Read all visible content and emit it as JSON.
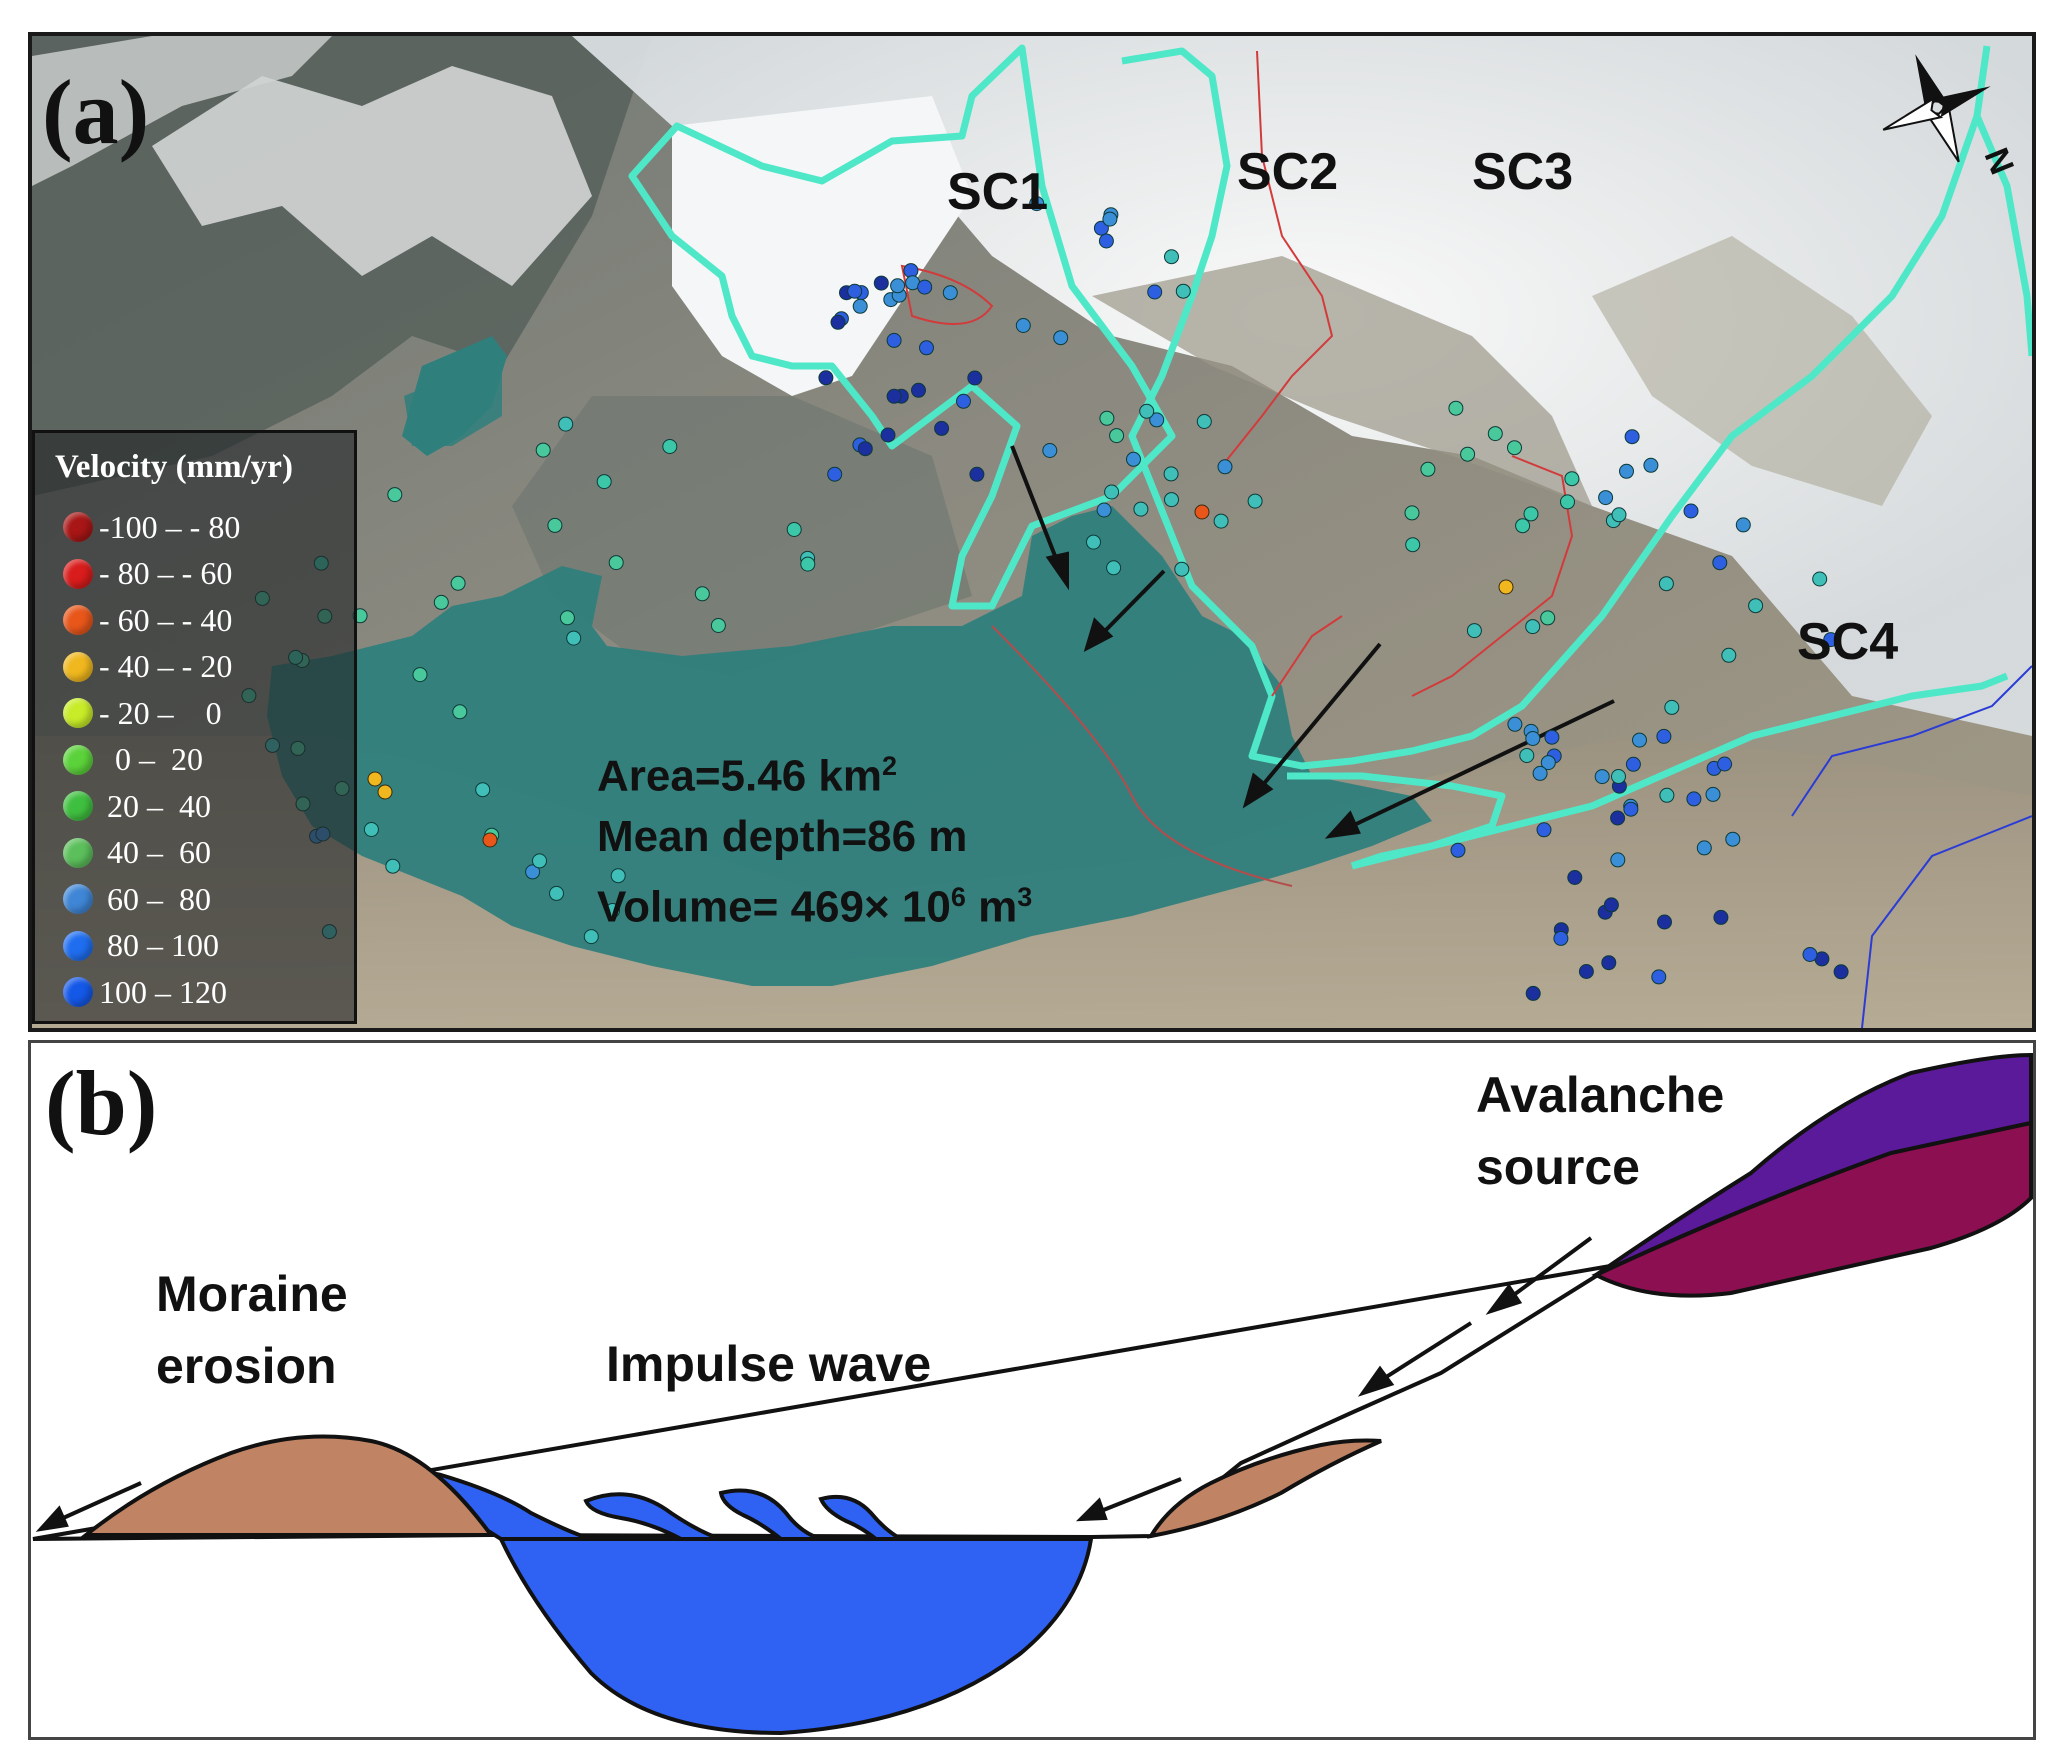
{
  "panel_a": {
    "letter": "(a)",
    "subcatchments": [
      "SC1",
      "SC2",
      "SC3",
      "SC4"
    ],
    "lake_stats": {
      "area_prefix": "Area=5.46 km",
      "area_sup": "2",
      "depth": "Mean depth=86 m",
      "volume_prefix": "Volume= 469× 10",
      "volume_sup": "6",
      "volume_suffix": " m",
      "volume_unit_sup": "3"
    },
    "north_label": "N",
    "legend": {
      "title": "Velocity (mm/yr)",
      "classes": [
        {
          "label": "-100 – - 80",
          "color": "#a81616"
        },
        {
          "label": "- 80 – - 60",
          "color": "#d91c1c"
        },
        {
          "label": "- 60 – - 40",
          "color": "#e8561a"
        },
        {
          "label": "- 40 – - 20",
          "color": "#f0b81e"
        },
        {
          "label": "- 20 –    0",
          "color": "#c8ec28"
        },
        {
          "label": "  0 –  20",
          "color": "#5bd23a"
        },
        {
          "label": " 20 –  40",
          "color": "#3fbf3f"
        },
        {
          "label": " 40 –  60",
          "color": "#5bbf5b"
        },
        {
          "label": " 60 –  80",
          "color": "#3f86d6"
        },
        {
          "label": " 80 – 100",
          "color": "#1f6ef0"
        },
        {
          "label": "100 – 120",
          "color": "#1458e8"
        }
      ]
    },
    "colors": {
      "lake": "#2f7f7c",
      "catchment_outline": "#4ee8c8",
      "red_outline": "#d23b3b",
      "blue_outline": "#2b3cd6"
    }
  },
  "panel_b": {
    "letter": "(b)",
    "avalanche_label": [
      "Avalanche",
      "source"
    ],
    "moraine_label": [
      "Moraine",
      "erosion"
    ],
    "wave_label": "Impulse wave",
    "colors": {
      "water": "#2f62f2",
      "moraine": "#c08464",
      "source_upper": "#5a1a99",
      "source_lower": "#8c0f52"
    }
  }
}
